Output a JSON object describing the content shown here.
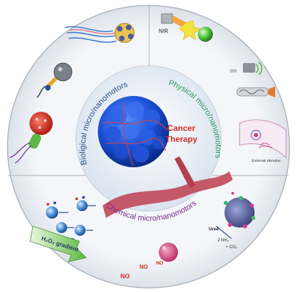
{
  "center": {
    "title_line1": "Cancer",
    "title_line2": "Therapy"
  },
  "sectors": {
    "biological": "Bioligical micro/nanomotors",
    "physical": "Physical micro/nanomotors",
    "chemical": "Chemical micro/nanomotors"
  },
  "labels": {
    "nir": "NIR",
    "external_stimulus": "External stimulus",
    "h2o2_gradient": "H₂O₂ gradient",
    "urea": "Urea",
    "nh3": "2 NH₃",
    "co2": "CO₂",
    "no": "NO"
  },
  "colors": {
    "outer_ring": "#e9edf4",
    "divider": "#b8bcc4",
    "tumor": "#1a4fd6",
    "vessel": "#c0485a",
    "cancer_text": "#d42a1f",
    "biological_text": "#2a4a8a",
    "physical_text": "#2b9a5a",
    "chemical_text": "#7a2a8a",
    "gradient_arrow": "#5fb843"
  }
}
